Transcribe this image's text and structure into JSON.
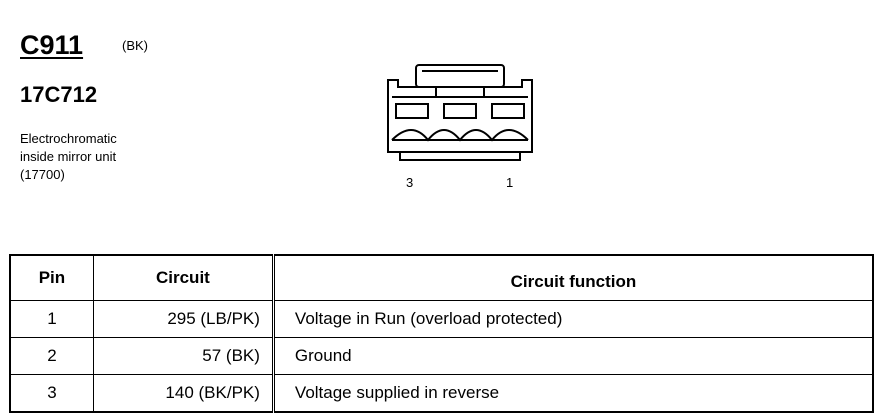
{
  "header": {
    "connector_id": "C911",
    "color_code": "(BK)",
    "part_number": "17C712",
    "description_lines": [
      "Electrochromatic",
      "inside mirror unit",
      "(17700)"
    ]
  },
  "connector": {
    "pin_labels": {
      "left": "3",
      "right": "1"
    }
  },
  "table": {
    "headers": {
      "pin": "Pin",
      "circuit": "Circuit",
      "function": "Circuit function"
    },
    "rows": [
      {
        "pin": "1",
        "circuit": "295 (LB/PK)",
        "function": "Voltage in Run (overload protected)"
      },
      {
        "pin": "2",
        "circuit": "57 (BK)",
        "function": "Ground"
      },
      {
        "pin": "3",
        "circuit": "140 (BK/PK)",
        "function": "Voltage supplied in reverse"
      }
    ]
  }
}
